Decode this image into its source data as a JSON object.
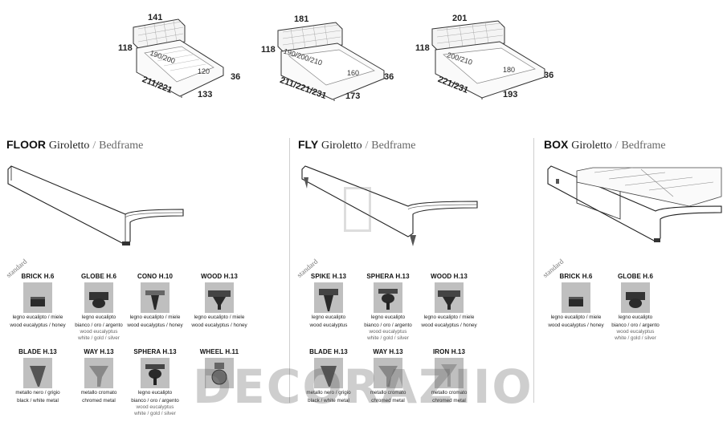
{
  "beds": [
    {
      "width": "141",
      "height": "118",
      "length": "211/221",
      "mattress_length": "190/200",
      "mattress_width": "120",
      "frame_height": "36",
      "depth": "133"
    },
    {
      "width": "181",
      "height": "118",
      "length": "211/221/231",
      "mattress_length": "190/200/210",
      "mattress_width": "160",
      "frame_height": "36",
      "depth": "173"
    },
    {
      "width": "201",
      "height": "118",
      "length": "221/231",
      "mattress_length": "200/210",
      "mattress_width": "180",
      "frame_height": "36",
      "depth": "193"
    }
  ],
  "sections": [
    {
      "code": "FLOOR",
      "title_it": "Giroletto",
      "slash": "/",
      "title_en": "Bedframe",
      "stamp": "standard",
      "feet": [
        {
          "name": "BRICK H.6",
          "mat": "legno eucalipto / miele",
          "mat2": "wood eucalyptus / honey",
          "mat3": "",
          "shape": "brick"
        },
        {
          "name": "GLOBE H.6",
          "mat": "legno eucalipto",
          "mat2": "bianco / oro / argento",
          "mat3": "wood eucalyptus",
          "mat4": "white / gold / silver",
          "shape": "globe"
        },
        {
          "name": "CONO H.10",
          "mat": "legno eucalipto / miele",
          "mat2": "wood eucalyptus / honey",
          "mat3": "",
          "shape": "cono"
        },
        {
          "name": "WOOD H.13",
          "mat": "legno eucalipto / miele",
          "mat2": "wood eucalyptus / honey",
          "mat3": "",
          "shape": "wood"
        },
        {
          "name": "BLADE H.13",
          "mat": "metallo nero / grigio",
          "mat2": "black / white metal",
          "mat3": "",
          "shape": "blade"
        },
        {
          "name": "WAY H.13",
          "mat": "metallo cromato",
          "mat2": "chromed metal",
          "mat3": "",
          "shape": "way"
        },
        {
          "name": "SPHERA H.13",
          "mat": "legno eucalipto",
          "mat2": "bianco / oro / argento",
          "mat3": "wood eucalyptus",
          "mat4": "white / gold / silver",
          "shape": "sphera"
        },
        {
          "name": "WHEEL H.11",
          "mat": "",
          "mat2": "",
          "mat3": "",
          "shape": "wheel"
        }
      ]
    },
    {
      "code": "FLY",
      "title_it": "Giroletto",
      "slash": "/",
      "title_en": "Bedframe",
      "stamp": "standard",
      "feet": [
        {
          "name": "SPIKE H.13",
          "mat": "legno eucalipto",
          "mat2": "wood eucalyptus",
          "mat3": "",
          "shape": "spike"
        },
        {
          "name": "SPHERA H.13",
          "mat": "legno eucalipto",
          "mat2": "bianco / oro / argento",
          "mat3": "wood eucalyptus",
          "mat4": "white / gold / silver",
          "shape": "sphera"
        },
        {
          "name": "WOOD H.13",
          "mat": "legno eucalipto / miele",
          "mat2": "wood eucalyptus / honey",
          "mat3": "",
          "shape": "wood"
        },
        {
          "name": "BLADE H.13",
          "mat": "metallo nero / grigio",
          "mat2": "black / white metal",
          "mat3": "",
          "shape": "blade"
        },
        {
          "name": "WAY H.13",
          "mat": "metallo cromato",
          "mat2": "chromed metal",
          "mat3": "",
          "shape": "way"
        },
        {
          "name": "IRON H.13",
          "mat": "metallo cromato",
          "mat2": "chromed metal",
          "mat3": "",
          "shape": "iron"
        }
      ]
    },
    {
      "code": "BOX",
      "title_it": "Giroletto",
      "slash": "/",
      "title_en": "Bedframe",
      "stamp": "standard",
      "feet": [
        {
          "name": "BRICK H.6",
          "mat": "legno eucalipto / miele",
          "mat2": "wood eucalyptus / honey",
          "mat3": "",
          "shape": "brick"
        },
        {
          "name": "GLOBE H.6",
          "mat": "legno eucalipto",
          "mat2": "bianco / oro / argento",
          "mat3": "wood eucalyptus",
          "mat4": "white / gold / silver",
          "shape": "globe"
        }
      ]
    }
  ],
  "watermark": "DECORAZIIO",
  "colors": {
    "thumb_bg": "#bfbfbf",
    "foot_dark": "#2a2a2a",
    "line": "#cfcfcf"
  }
}
